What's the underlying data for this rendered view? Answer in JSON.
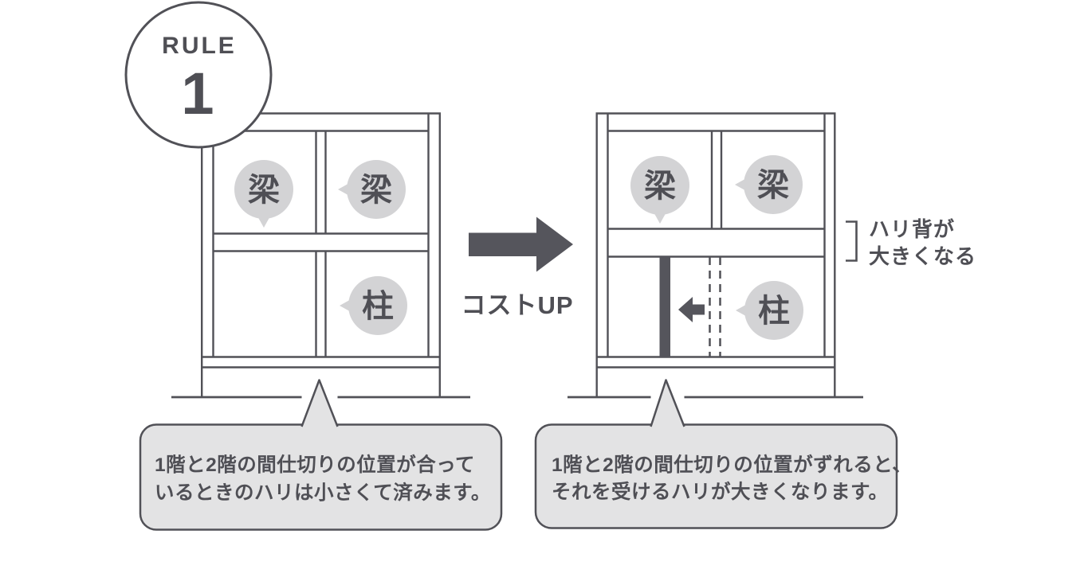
{
  "badge": {
    "label": "RULE",
    "number": "1"
  },
  "transition": {
    "label": "コストUP"
  },
  "left_building": {
    "beam_label_1": "梁",
    "beam_label_2": "梁",
    "column_label": "柱"
  },
  "right_building": {
    "beam_label_1": "梁",
    "beam_label_2": "梁",
    "column_label": "柱",
    "beam_depth_note": {
      "line1": "ハリ背が",
      "line2": "大きくなる"
    }
  },
  "captions": {
    "left": {
      "line1": "1階と2階の間仕切りの位置が合って",
      "line2": "いるときのハリは小さくて済みます。"
    },
    "right": {
      "line1": "1階と2階の間仕切りの位置がずれると、",
      "line2": "それを受けるハリが大きくなります。"
    }
  },
  "colors": {
    "line": "#515157",
    "ink": "#4f4f55",
    "dark_fill": "#55555c",
    "label_circle": "#d3d3d5",
    "caption_bubble": "#e3e3e4",
    "background": "#ffffff"
  }
}
